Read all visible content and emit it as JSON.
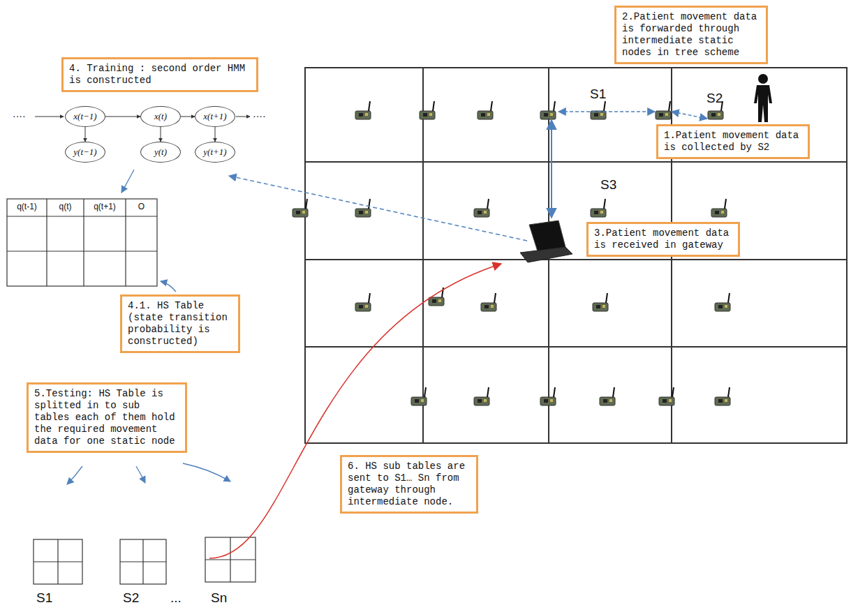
{
  "diagram": {
    "nodes": [
      {
        "text": [
          "4. Training : second order HMM is constructed"
        ]
      },
      {
        "text": [
          "x(t−1)"
        ]
      },
      {
        "text": [
          "x(t)"
        ]
      },
      {
        "text": [
          "x(t+1)"
        ]
      },
      {
        "text": [
          "y(t−1)"
        ]
      },
      {
        "text": [
          "y(t)"
        ]
      },
      {
        "text": [
          "y(t+1)"
        ]
      },
      {
        "text": [
          "4.1. HS Table (state transition probability is constructed)"
        ]
      },
      {
        "text": [
          "5.Testing: HS Table is splitted in to sub tables each of them hold the required movement data for one static node"
        ]
      },
      {
        "text": [
          "2.Patient movement data is forwarded through intermediate static nodes in tree scheme"
        ]
      },
      {
        "text": [
          "1.Patient movement data is collected by S2"
        ]
      },
      {
        "text": [
          "3.Patient movement data is received in gateway"
        ]
      },
      {
        "text": [
          "6. HS sub tables are sent to S1… Sn from gateway through intermediate node."
        ]
      }
    ],
    "edges": [
      {
        "from": 1,
        "to": 2,
        "arrow": "to"
      },
      {
        "from": 2,
        "to": 3,
        "arrow": "to"
      },
      {
        "from": 1,
        "to": 4,
        "arrow": "to"
      },
      {
        "from": 2,
        "to": 5,
        "arrow": "to"
      },
      {
        "from": 3,
        "to": 6,
        "arrow": "to"
      }
    ],
    "labels": [
      "····",
      "····",
      "q(t-1)",
      "q(t)",
      "q(t+1)",
      "O",
      "S1",
      "S2",
      "S3",
      "S1",
      "S2",
      "...",
      "Sn"
    ]
  }
}
